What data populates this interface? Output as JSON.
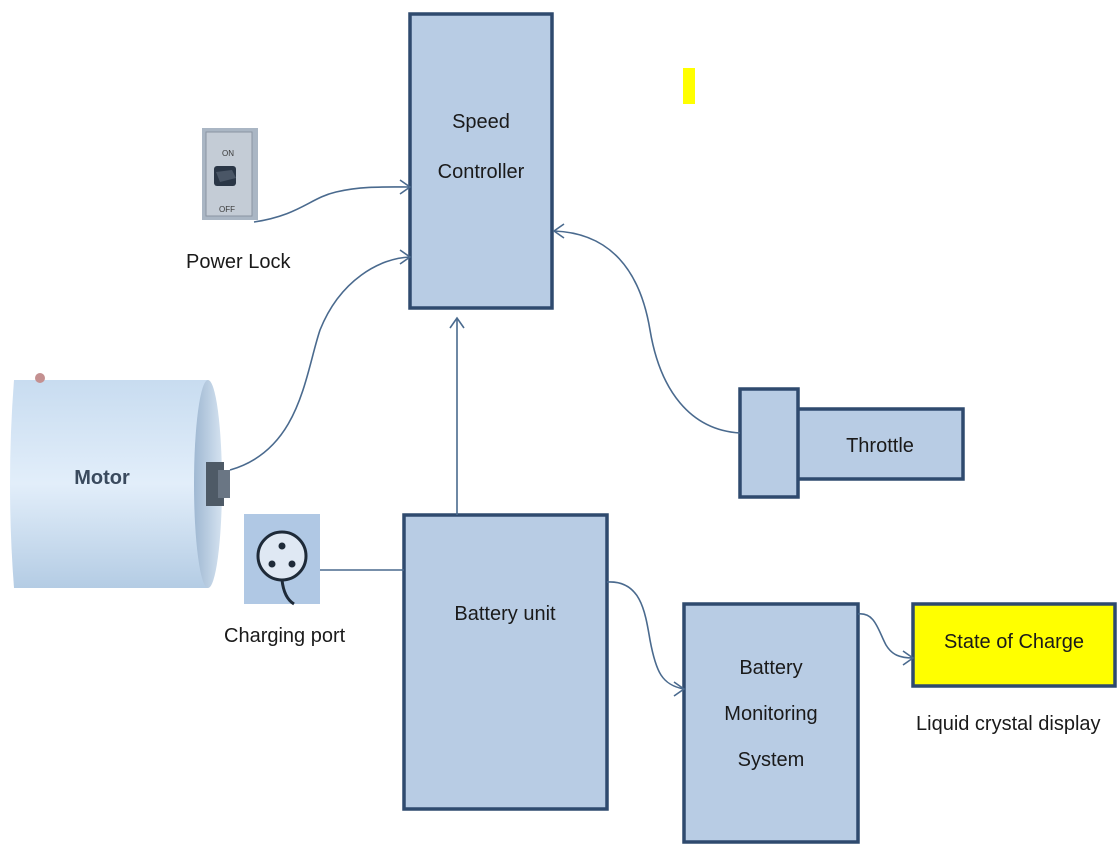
{
  "blocks": {
    "speed_controller": [
      "Speed",
      "Controller"
    ],
    "throttle": "Throttle",
    "battery_unit": "Battery unit",
    "bms": [
      "Battery",
      "Monitoring",
      "System"
    ],
    "soc": "State of Charge",
    "motor": "Motor"
  },
  "captions": {
    "power_lock": "Power Lock",
    "charging_port": "Charging port",
    "lcd": "Liquid crystal display"
  },
  "switch_labels": {
    "on": "ON",
    "off": "OFF"
  },
  "colors": {
    "box_fill": "#b8cce4",
    "box_stroke": "#2f4a6e",
    "lcd_fill": "#ffff00",
    "connector": "#4a6a8e"
  }
}
